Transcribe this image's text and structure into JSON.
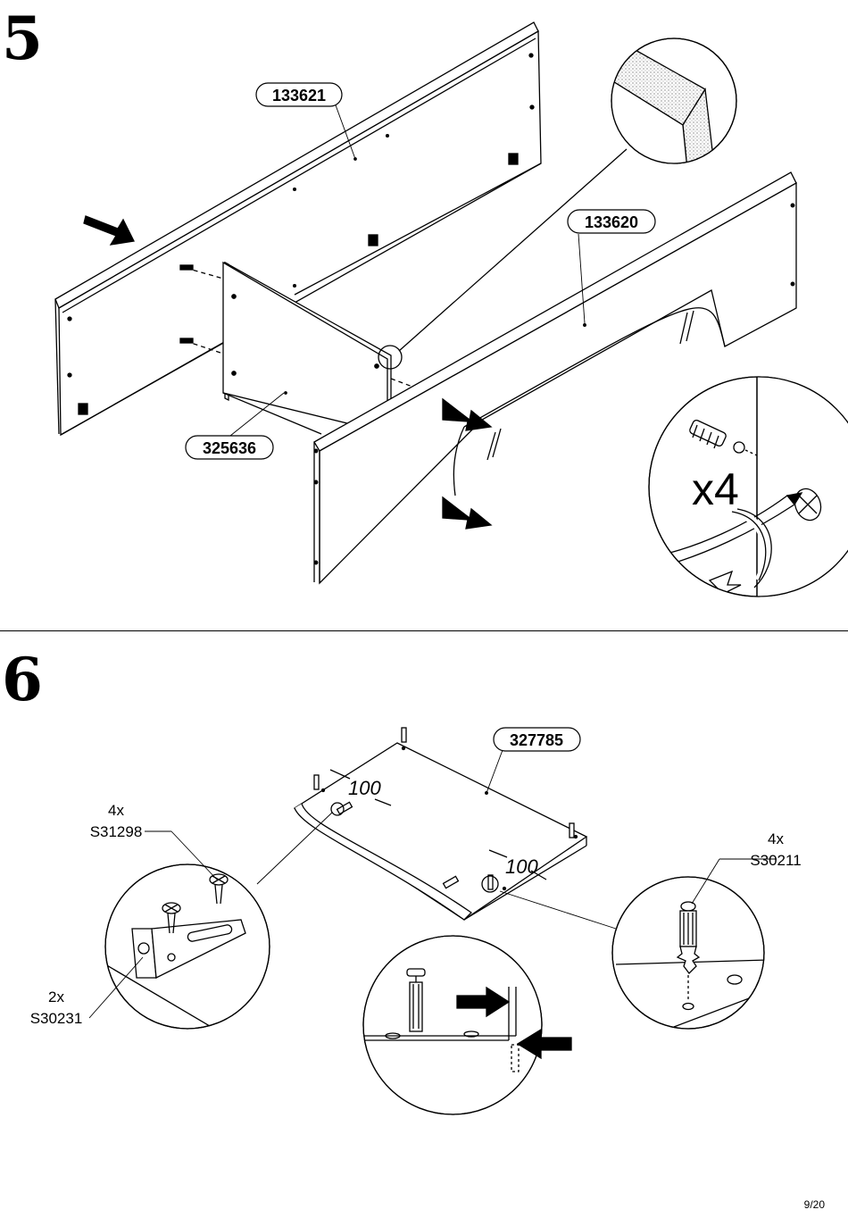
{
  "step5": {
    "number": "5",
    "parts": {
      "side_panel": "133621",
      "long_panel": "133620",
      "end_panel": "325636"
    },
    "quantity": "x4"
  },
  "step6": {
    "number": "6",
    "parts": {
      "bottom_panel": "327785"
    },
    "dimension_1": "100",
    "dimension_2": "100",
    "screws": {
      "qty": "4x",
      "code": "S31298"
    },
    "brackets": {
      "qty": "2x",
      "code": "S30231"
    },
    "dowels": {
      "qty": "4x",
      "code": "S30211"
    }
  },
  "page_number": "9/20"
}
